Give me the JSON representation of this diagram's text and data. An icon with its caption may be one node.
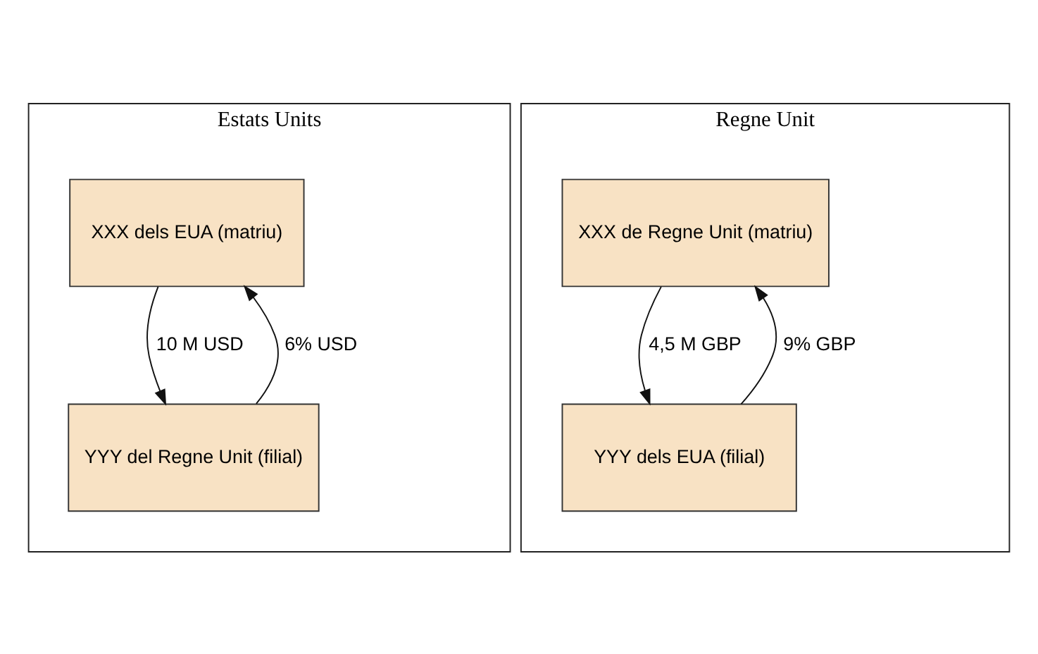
{
  "diagram": {
    "nodes": [
      {
        "text": [
          "Estats Units"
        ]
      },
      {
        "text": [
          "XXX dels EUA (matriu)"
        ],
        "in": 0
      },
      {
        "text": [
          "YYY del Regne Unit (filial)"
        ],
        "in": 0
      },
      {
        "text": [
          "Regne Unit"
        ]
      },
      {
        "text": [
          "XXX de Regne Unit (matriu)"
        ],
        "in": 3
      },
      {
        "text": [
          "YYY dels EUA (filial)"
        ],
        "in": 3
      }
    ],
    "edges": [
      {
        "from": 1,
        "to": 2,
        "arrow": "to",
        "label": "10 M USD"
      },
      {
        "from": 2,
        "to": 1,
        "arrow": "to",
        "label": "6% USD"
      },
      {
        "from": 4,
        "to": 5,
        "arrow": "to",
        "label": "4,5 M GBP"
      },
      {
        "from": 5,
        "to": 4,
        "arrow": "to",
        "label": "9% GBP"
      }
    ]
  }
}
